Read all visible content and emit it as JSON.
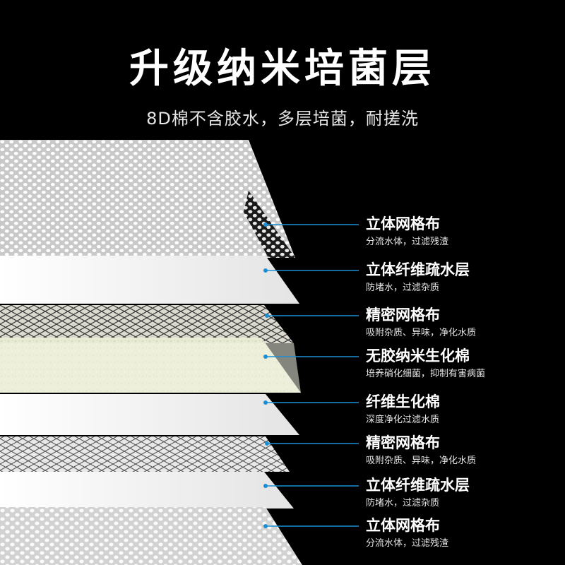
{
  "header": {
    "title": "升级纳米培菌层",
    "subtitle": "8D棉不含胶水，多层培菌，耐搓洗"
  },
  "colors": {
    "background": "#000000",
    "accent": "#1b8fd6",
    "text": "#ffffff"
  },
  "layers": [
    {
      "name": "立体网格布",
      "desc": "分流水体，过滤残渣"
    },
    {
      "name": "立体纤维疏水层",
      "desc": "防堵水，过滤杂质"
    },
    {
      "name": "精密网格布",
      "desc": "吸附杂质、异味，净化水质"
    },
    {
      "name": "无胶纳米生化棉",
      "desc": "培养硝化细菌，抑制有害病菌"
    },
    {
      "name": "纤维生化棉",
      "desc": "深度净化过滤水质"
    },
    {
      "name": "精密网格布",
      "desc": "吸附杂质、异味，净化水质"
    },
    {
      "name": "立体纤维疏水层",
      "desc": "防堵水，过滤杂质"
    },
    {
      "name": "立体网格布",
      "desc": "分流水体，过滤残渣"
    }
  ]
}
